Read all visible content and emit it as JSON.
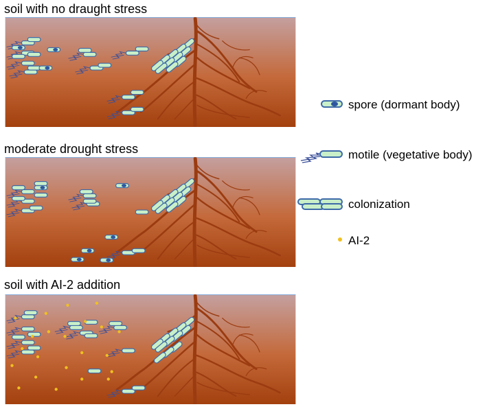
{
  "panels": [
    {
      "title": "soil with no draught stress",
      "condition": "no_stress"
    },
    {
      "title": "moderate drought stress",
      "condition": "moderate"
    },
    {
      "title": "soil with AI-2 addition",
      "condition": "ai2"
    }
  ],
  "legend": {
    "spore": "spore (dormant body)",
    "motile": "motile (vegetative body)",
    "colonization": "colonization",
    "ai2": "AI-2"
  },
  "colors": {
    "soil_top": "#c4a0a0",
    "soil_bottom": "#a3400e",
    "root": "#9b3b10",
    "cell_fill": "#c9efc9",
    "cell_outline": "#3d6aa8",
    "spore_core": "#2d56a0",
    "flagella": "#3a4f9a",
    "ai2_dot": "#f0c020",
    "panel_top_line": "#7fa8d8"
  }
}
